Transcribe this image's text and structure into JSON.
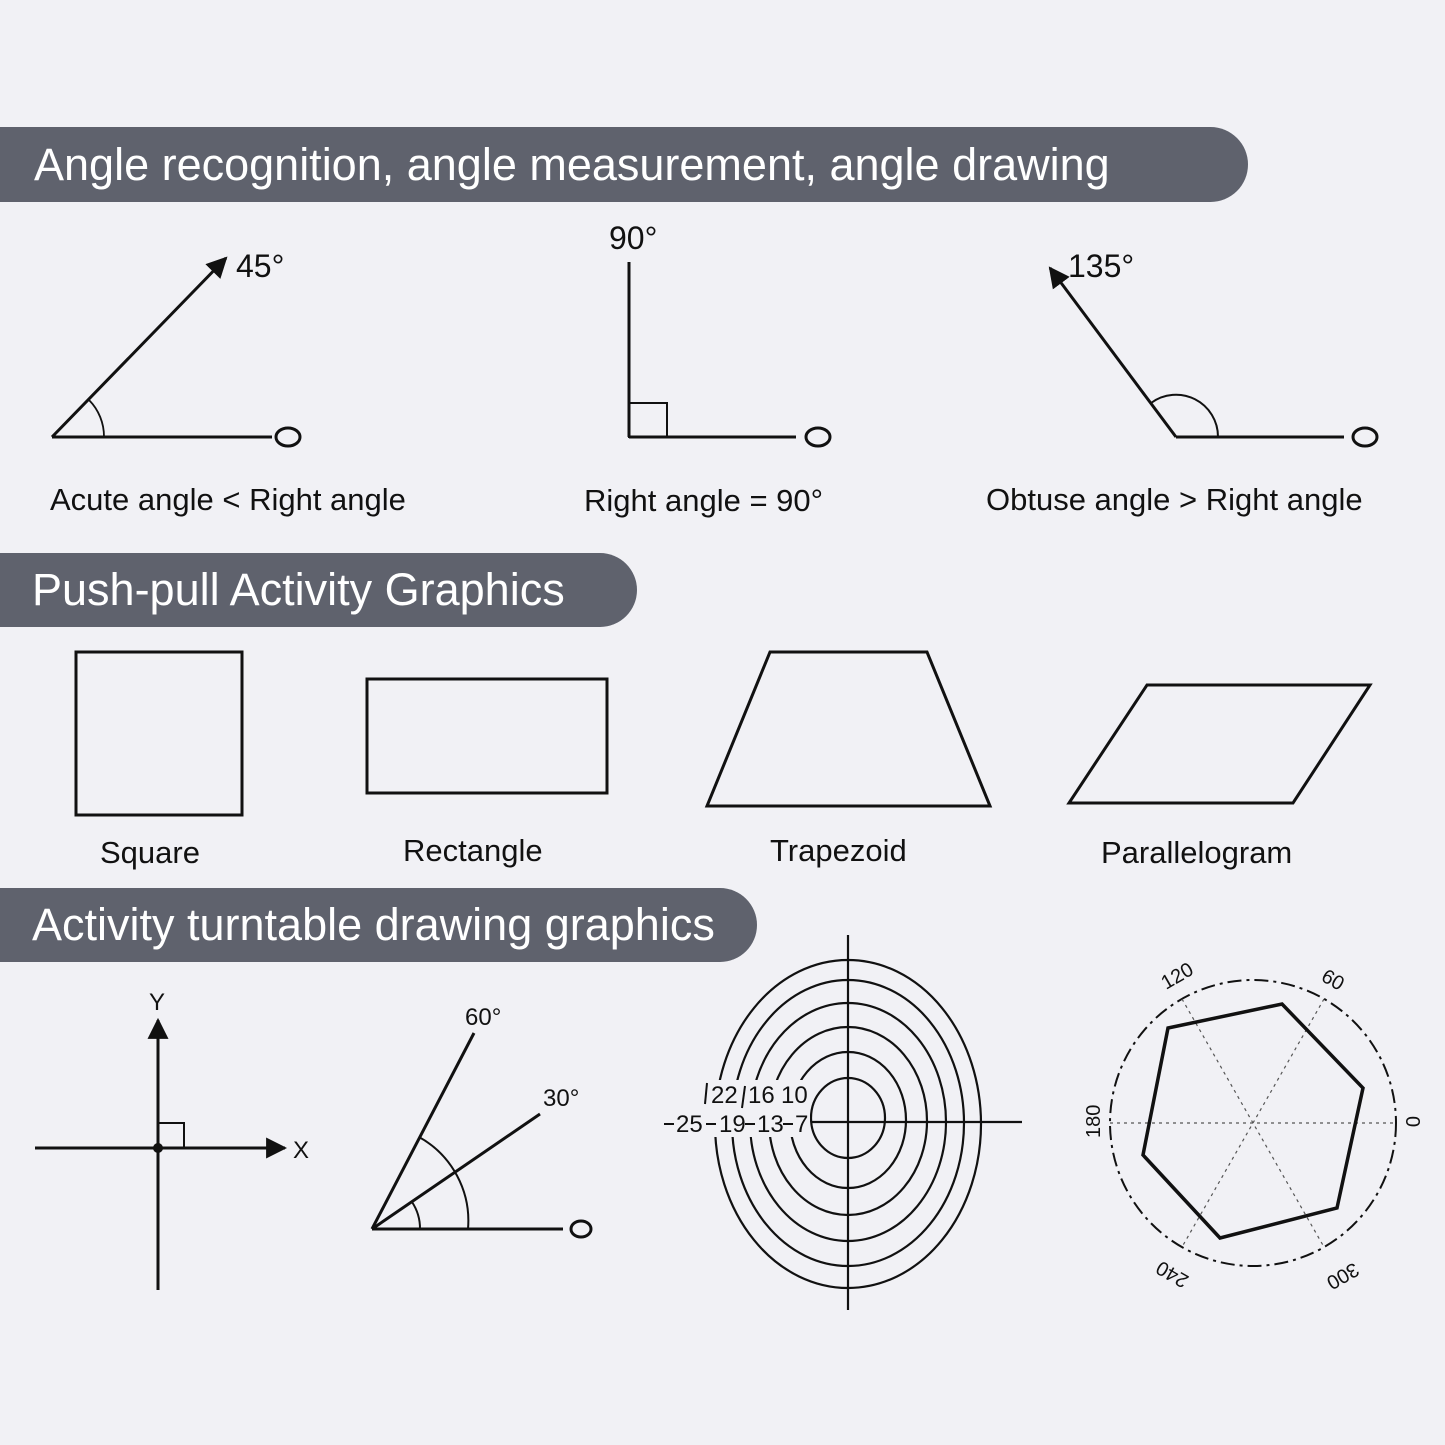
{
  "sections": [
    {
      "title": "Angle recognition, angle measurement, angle drawing"
    },
    {
      "title": "Push-pull Activity Graphics"
    },
    {
      "title": "Activity turntable drawing graphics"
    }
  ],
  "angles": {
    "acute": {
      "degree": "45°",
      "caption": "Acute angle < Right angle"
    },
    "right": {
      "degree": "90°",
      "caption": "Right angle = 90°"
    },
    "obtuse": {
      "degree": "135°",
      "caption": "Obtuse angle > Right angle"
    }
  },
  "shapes": {
    "square": "Square",
    "rectangle": "Rectangle",
    "trapezoid": "Trapezoid",
    "parallelogram": "Parallelogram"
  },
  "turntable": {
    "axes": {
      "x": "X",
      "y": "Y"
    },
    "dual_angle": {
      "outer": "60°",
      "inner": "30°"
    },
    "target": {
      "upper_numbers": [
        "22",
        "16",
        "10"
      ],
      "lower_numbers": [
        "25",
        "19",
        "13",
        "7"
      ]
    },
    "dial_ticks": {
      "t0": "0",
      "t60": "60",
      "t120": "120",
      "t180": "180",
      "t240": "240",
      "t300": "300"
    }
  }
}
